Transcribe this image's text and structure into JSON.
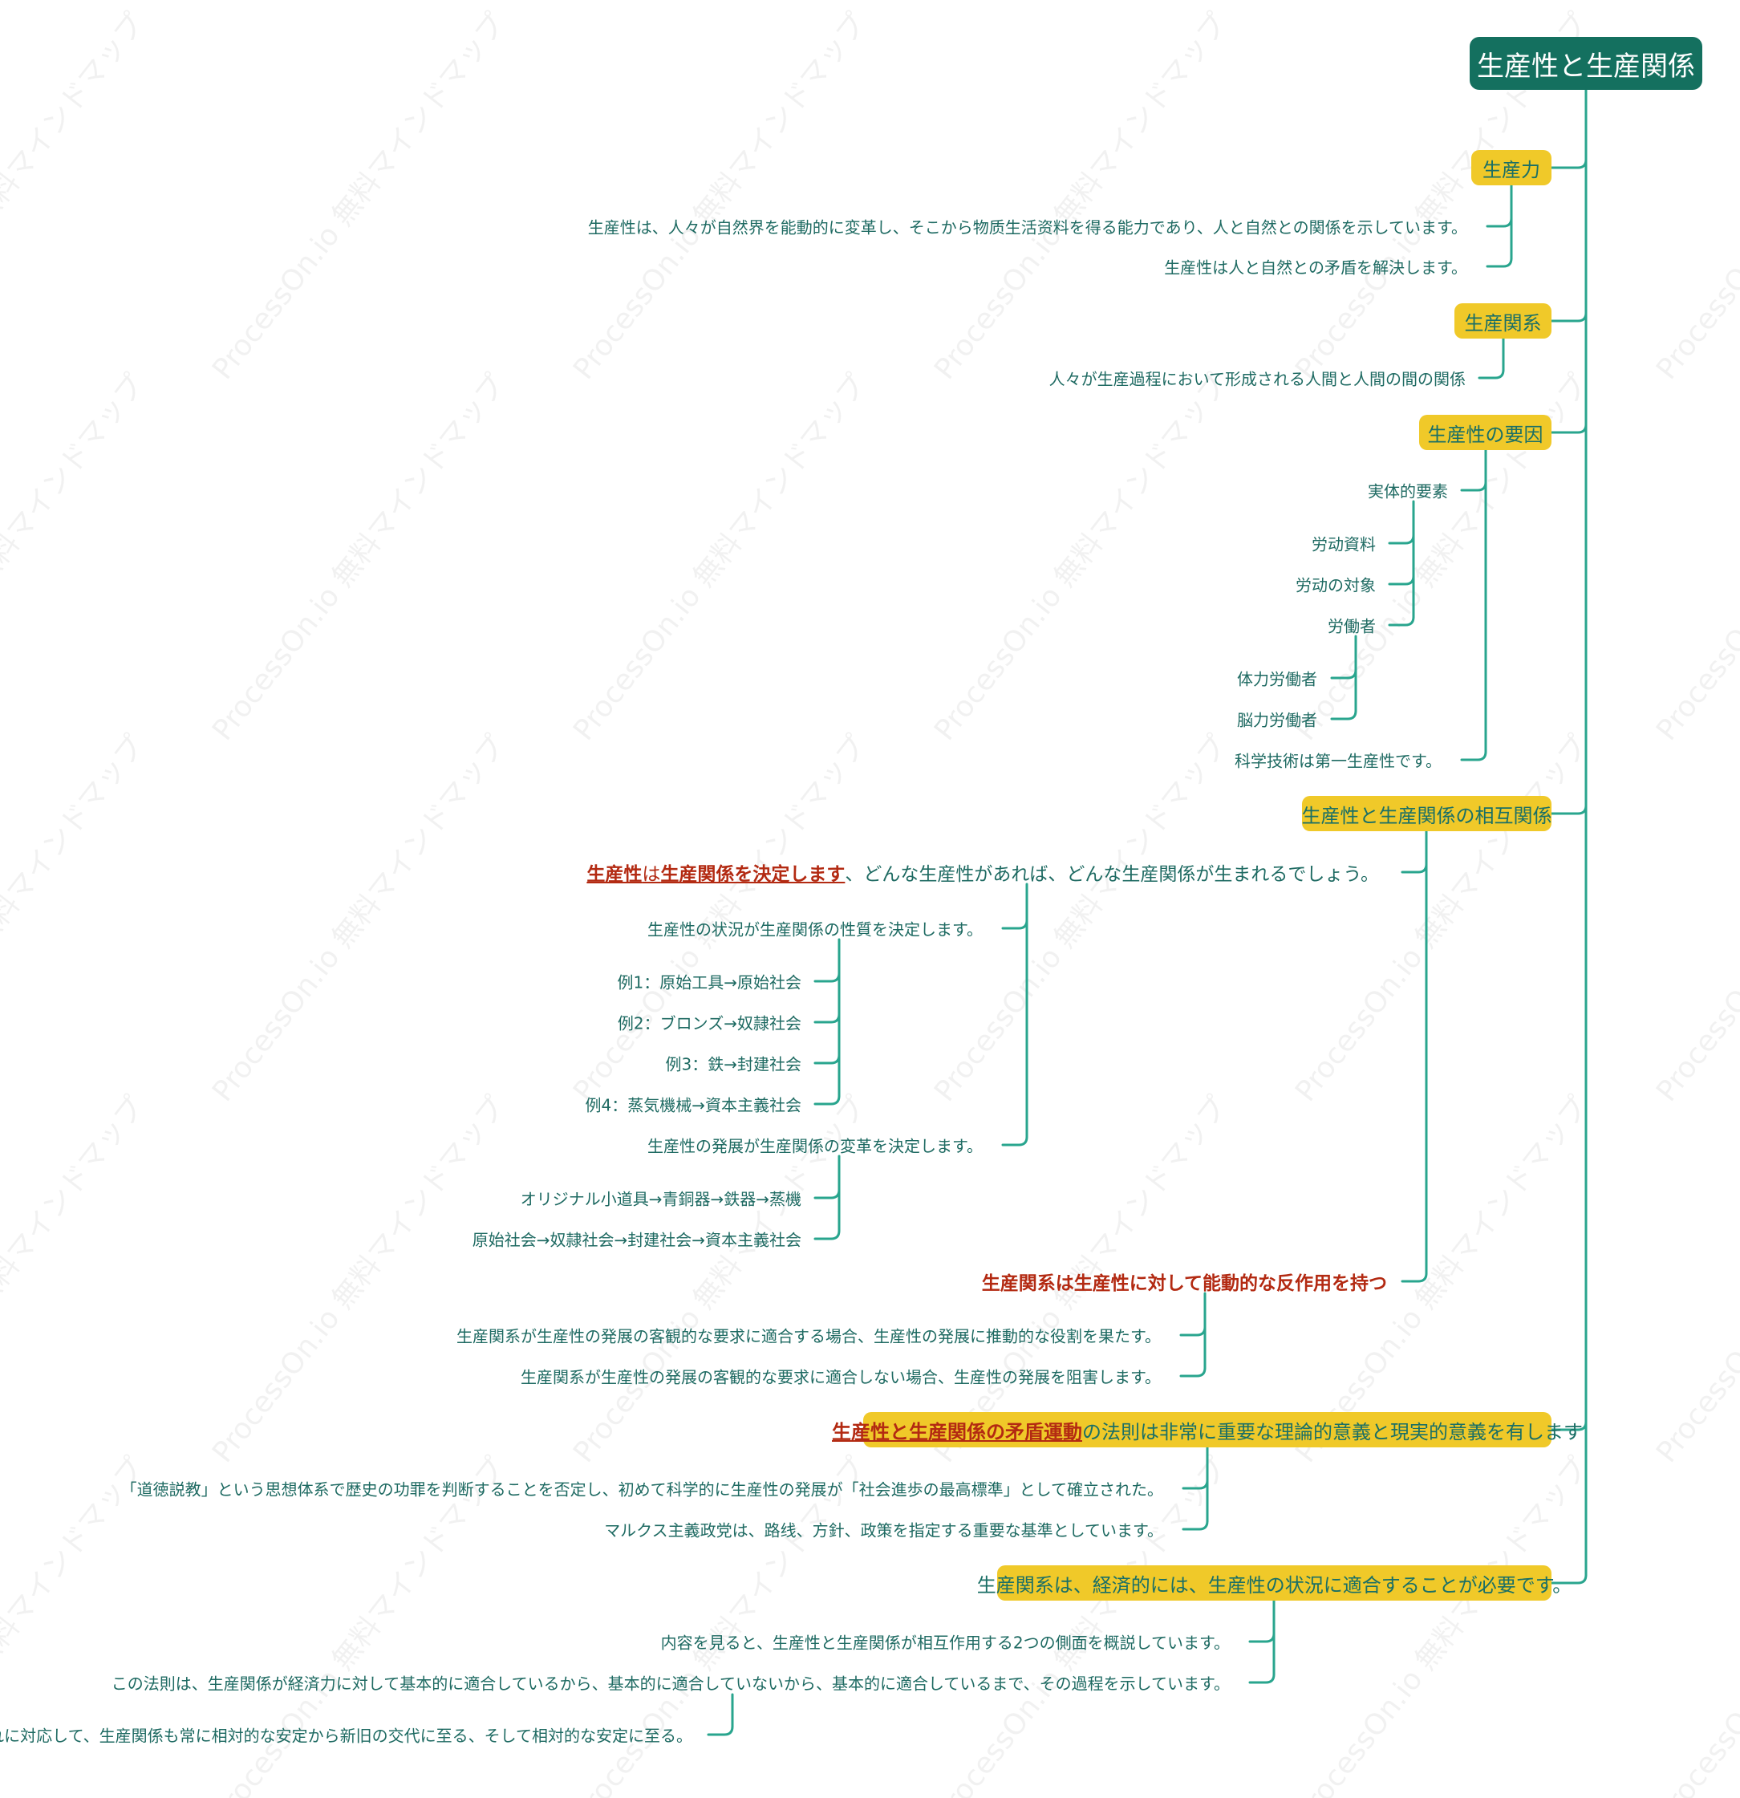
{
  "watermark": "ProcessOn.io 無料マインドマップ",
  "colors": {
    "root": "#14705f",
    "topic": "#f0c929",
    "line": "#29a58e",
    "text": "#1e6a62",
    "accent": "#b32a12"
  },
  "root": {
    "label": "生産性と生産関係"
  },
  "branches": [
    {
      "label": "生産力",
      "children": [
        {
          "text": "生産性は、人々が自然界を能動的に変革し、そこから物质生活资料を得る能力であり、人と自然との関係を示しています。"
        },
        {
          "text": "生産性は人と自然との矛盾を解決します。"
        }
      ]
    },
    {
      "label": "生産関系",
      "children": [
        {
          "text": "人々が生産過程において形成される人間と人間の間の関係"
        }
      ]
    },
    {
      "label": "生産性の要因",
      "children": [
        {
          "text": "実体的要素",
          "children": [
            {
              "text": "労动資料"
            },
            {
              "text": "労动の対象"
            },
            {
              "text": "労働者",
              "children": [
                {
                  "text": "体力労働者"
                },
                {
                  "text": "脳力労働者"
                }
              ]
            }
          ]
        },
        {
          "text": "科学技術は第一生産性です。"
        }
      ]
    },
    {
      "label": "生産性と生産関係の相互関係",
      "children": [
        {
          "pre1": "生産性",
          "mid": "は",
          "pre2": "生産関係を決定します",
          "post": "、どんな生産性があれば、どんな生産関係が生まれるでしょう。",
          "children": [
            {
              "text": "生産性の状況が生産関係の性質を決定します。",
              "children": [
                {
                  "text": "例1：原始工具→原始社会"
                },
                {
                  "text": "例2：ブロンズ→奴隷社会"
                },
                {
                  "text": "例3：鉄→封建社会"
                },
                {
                  "text": "例4：蒸気機械→資本主義社会"
                }
              ]
            },
            {
              "text": "生産性の発展が生産関係の変革を決定します。",
              "children": [
                {
                  "text": "オリジナル小道具→青銅器→鉄器→蒸機"
                },
                {
                  "text": "原始社会→奴隷社会→封建社会→資本主義社会"
                }
              ]
            }
          ]
        },
        {
          "text": "生産関系は生産性に対して能動的な反作用を持つ",
          "children": [
            {
              "text": "生産関系が生産性の発展の客観的な要求に適合する場合、生産性の発展に推動的な役割を果たす。"
            },
            {
              "text": "生産関系が生産性の発展の客観的な要求に適合しない場合、生産性の発展を阻害します。"
            }
          ]
        }
      ]
    },
    {
      "label_accent": "生産性と生産関係の矛盾運動",
      "label_rest": "の法則は非常に重要な理論的意義と現実的意義を有します",
      "children": [
        {
          "text": "「道徳説教」という思想体系で歴史の功罪を判断することを否定し、初めて科学的に生産性の発展が「社会進歩の最高標準」として確立された。"
        },
        {
          "text": "マルクス主義政党は、路线、方針、政策を指定する重要な基準としています。"
        }
      ]
    },
    {
      "label": "生産関系は、経済的には、生産性の状況に適合することが必要です。",
      "children": [
        {
          "text": "内容を見ると、生産性と生産関係が相互作用する2つの側面を概説しています。"
        },
        {
          "text": "この法則は、生産関係が経済力に対して基本的に適合しているから、基本的に適合していないから、基本的に適合しているまで、その過程を示しています。",
          "children": [
            {
              "text": "これに対応して、生産関係も常に相対的な安定から新旧の交代に至る、そして相対的な安定に至る。"
            }
          ]
        }
      ]
    }
  ]
}
